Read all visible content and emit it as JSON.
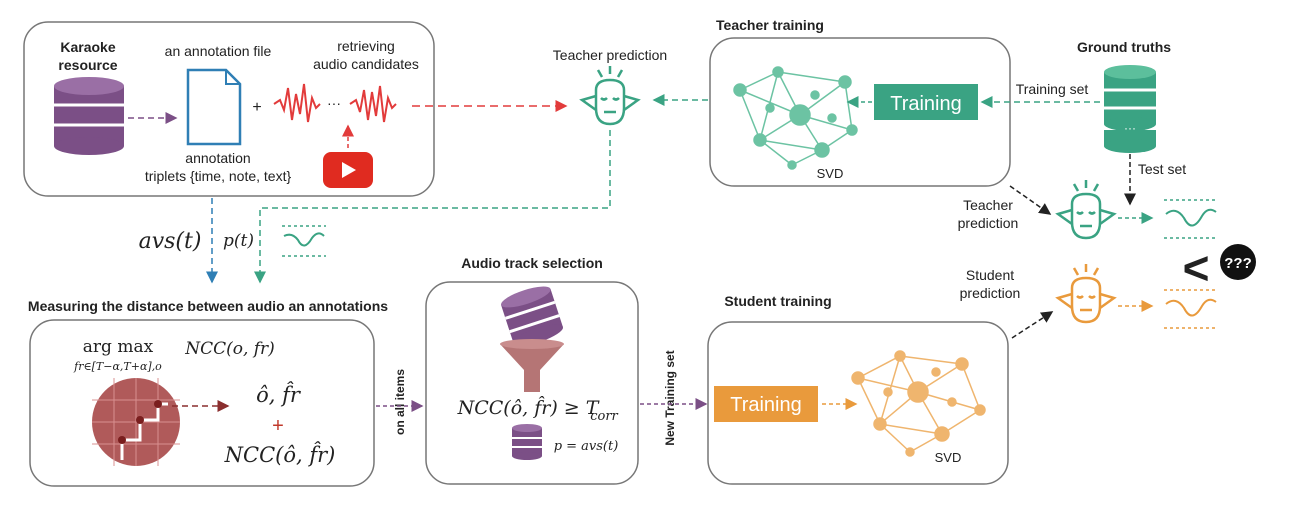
{
  "karaoke": {
    "line1": "Karaoke",
    "line2": "resource"
  },
  "annotation_file": "an annotation file",
  "retrieving": {
    "line1": "retrieving",
    "line2": "audio candidates"
  },
  "plus": "+",
  "dots": "···",
  "triplets": {
    "line1": "annotation",
    "line2": "triplets {time, note, text}"
  },
  "teacher_prediction_top": "Teacher prediction",
  "teacher_training": {
    "title": "Teacher training",
    "button": "Training",
    "svd": "SVD"
  },
  "ground_truths": {
    "title": "Ground truths",
    "training_set": "Training set",
    "test_set": "Test set",
    "db_dots": "···"
  },
  "avs": "avs(t)",
  "pt": "p(t)",
  "teacher_prediction_right": {
    "line1": "Teacher",
    "line2": "prediction"
  },
  "student_prediction_right": {
    "line1": "Student",
    "line2": "prediction"
  },
  "comparison": {
    "less_than": "<",
    "question": "???"
  },
  "measuring": {
    "title": "Measuring the distance between audio an annotations",
    "argmax": "arg max",
    "sub": "fr∈[T−α,T+α],o",
    "ncc_of": "NCC(o, fr)",
    "ohat_frhat": "ô, f̂r",
    "plus": "+",
    "ncc_hat": "NCC(ô, f̂r)"
  },
  "on_all_items": "on all items",
  "audio_selection": {
    "title": "Audio track selection",
    "formula": "NCC(ô, f̂r) ≥ T",
    "corr": "corr",
    "p_avs": "p = avs(t)"
  },
  "new_training_set": "New Training set",
  "student_training": {
    "title": "Student  training",
    "button": "Training",
    "svd": "SVD"
  },
  "colors": {
    "purple": "#7b4f86",
    "green": "#3aa383",
    "red": "#e23b3b",
    "orange": "#e99a3c",
    "maroon": "#8a2e2e",
    "youtube": "#e02b20"
  }
}
